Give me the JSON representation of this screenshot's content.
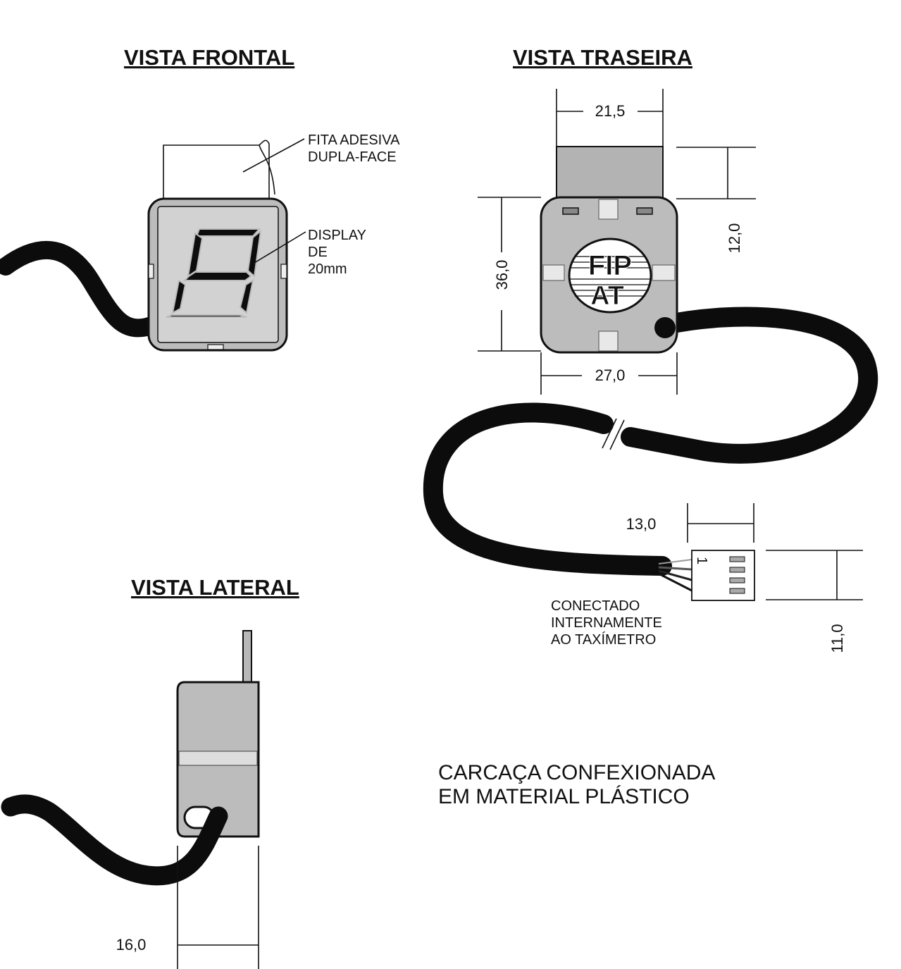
{
  "titles": {
    "front": "VISTA FRONTAL",
    "rear": "VISTA TRASEIRA",
    "side": "VISTA LATERAL"
  },
  "front_view": {
    "tape_label_1": "FITA ADESIVA",
    "tape_label_2": "DUPLA-FACE",
    "display_label_1": "DISPLAY",
    "display_label_2": "DE",
    "display_label_3": "20mm"
  },
  "rear_view": {
    "dim_top_width": "21,5",
    "dim_tab_height": "12,0",
    "dim_body_height": "36,0",
    "dim_body_width": "27,0",
    "logo_line_1": "FIP",
    "logo_line_2": "AT",
    "dim_connector_width": "13,0",
    "dim_connector_height": "11,0",
    "connector_pin": "1",
    "connector_note_1": "CONECTADO",
    "connector_note_2": "INTERNAMENTE",
    "connector_note_3": "AO TAXÍMETRO"
  },
  "side_view": {
    "dim_depth": "16,0"
  },
  "material_note": {
    "line_1": "CARCAÇA CONFEXIONADA",
    "line_2": "EM MATERIAL PLÁSTICO"
  }
}
